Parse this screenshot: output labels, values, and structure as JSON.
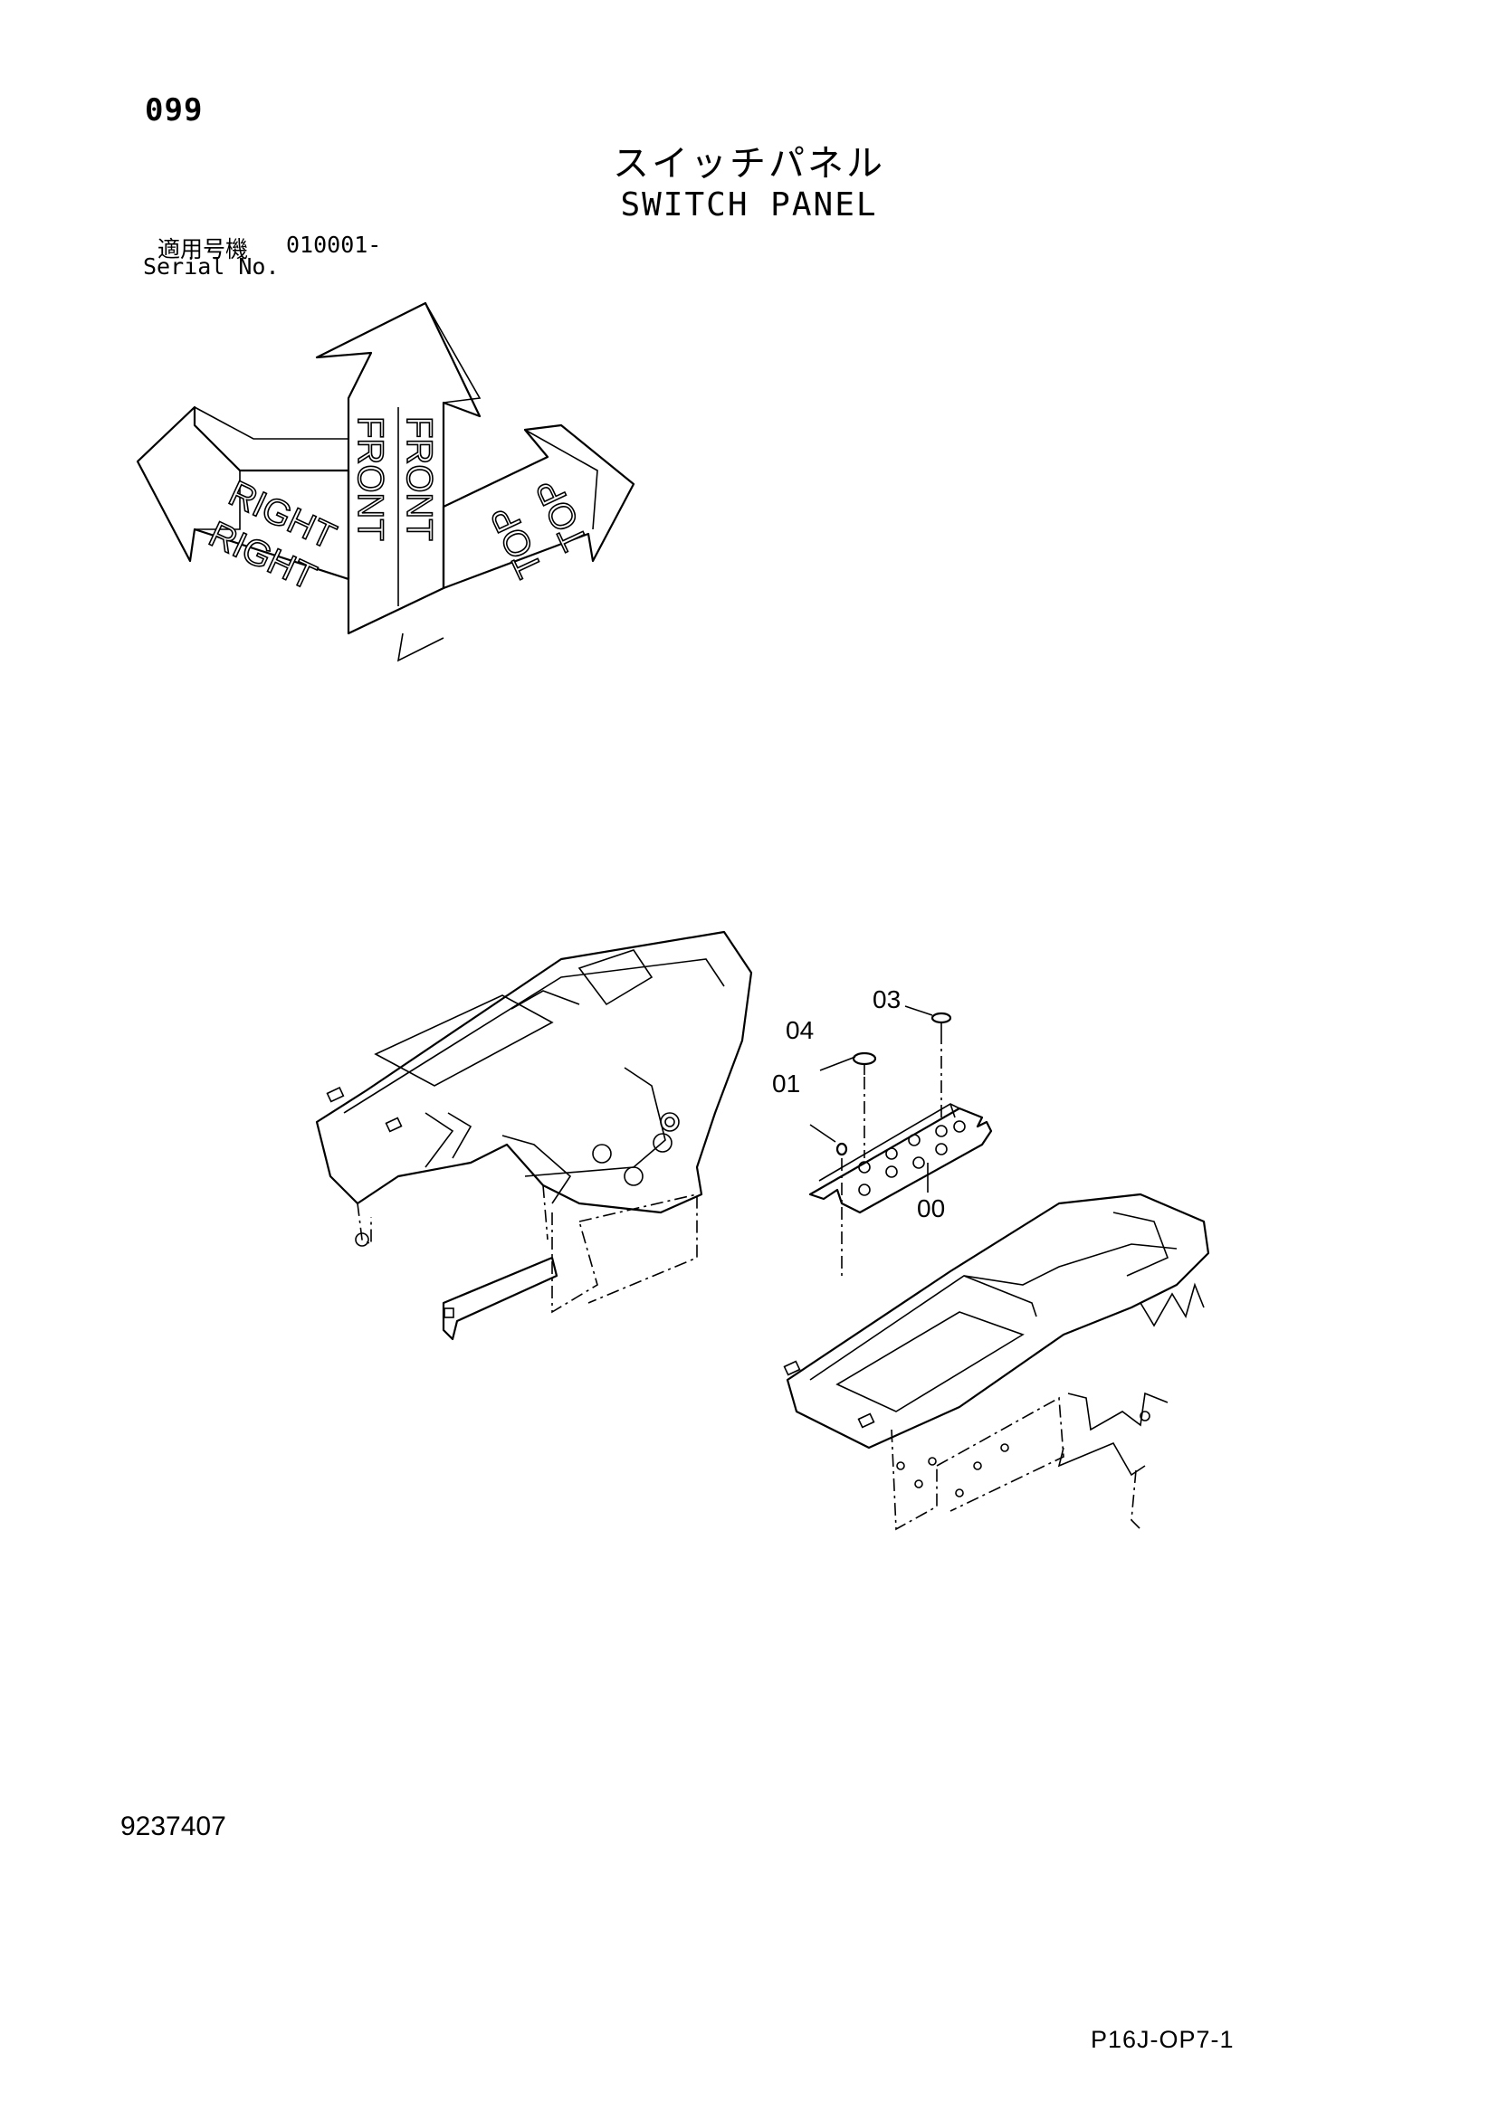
{
  "page_number": "099",
  "title_jp": "スイッチパネル",
  "title_en": "SWITCH PANEL",
  "serial": {
    "label_jp": "適用号機",
    "range": "010001-",
    "label_en": "Serial No."
  },
  "orientation": {
    "right_label": "RIGHT",
    "front_label": "FRONT",
    "top_label": "TOP"
  },
  "callouts": [
    "00",
    "01",
    "03",
    "04"
  ],
  "doc_number": "9237407",
  "page_code": "P16J-OP7-1"
}
